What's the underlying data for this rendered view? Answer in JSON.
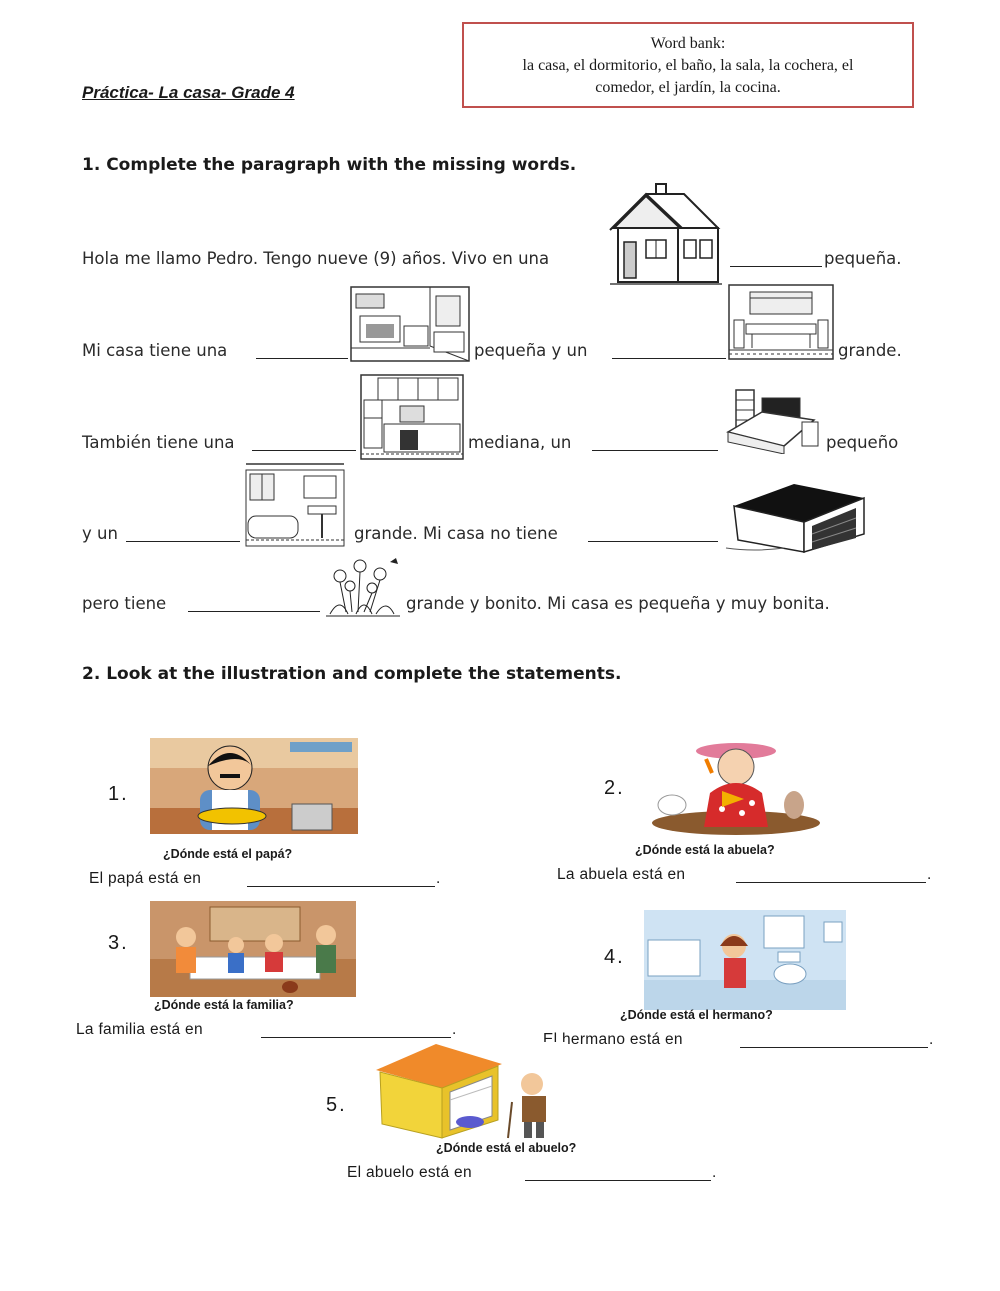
{
  "title": "Práctica- La casa- Grade 4",
  "word_bank": {
    "heading": "Word bank:",
    "line1": "la casa, el dormitorio, el baño, la sala, la cochera, el",
    "line2": "comedor, el jardín, la cocina."
  },
  "section1": {
    "heading": "1. Complete the paragraph with the missing words.",
    "line1": {
      "a": "Hola me llamo Pedro. Tengo nueve (9) años. Vivo en una",
      "b": "pequeña."
    },
    "line2": {
      "a": "Mi casa tiene  una",
      "b": "pequeña  y un",
      "c": "grande."
    },
    "line3": {
      "a": "También tiene una",
      "b": "mediana, un",
      "c": "pequeño"
    },
    "line4": {
      "a": "y un",
      "b": "grande.  Mi casa no tiene"
    },
    "line5": {
      "a": "pero tiene",
      "b": "grande y bonito. Mi casa es pequeña y muy bonita."
    }
  },
  "section2": {
    "heading": "2. Look at the illustration and complete the statements.",
    "items": [
      {
        "num": "1.",
        "question": "¿Dónde está el papá?",
        "statement": "El papá está en"
      },
      {
        "num": "2.",
        "question": "¿Dónde está la abuela?",
        "statement": "La abuela está en"
      },
      {
        "num": "3.",
        "question": "¿Dónde está la familia?",
        "statement": "La familia  está en"
      },
      {
        "num": "4.",
        "question": "¿Dónde está el hermano?",
        "statement": "El hermano está en"
      },
      {
        "num": "5.",
        "question": "¿Dónde está el abuelo?",
        "statement": "El abuelo está en"
      }
    ],
    "end_mark": "."
  },
  "icons": [
    "house-icon",
    "living-room-icon",
    "dining-room-icon",
    "kitchen-icon",
    "bedroom-icon",
    "bathroom-icon",
    "garage-icon",
    "garden-icon"
  ]
}
